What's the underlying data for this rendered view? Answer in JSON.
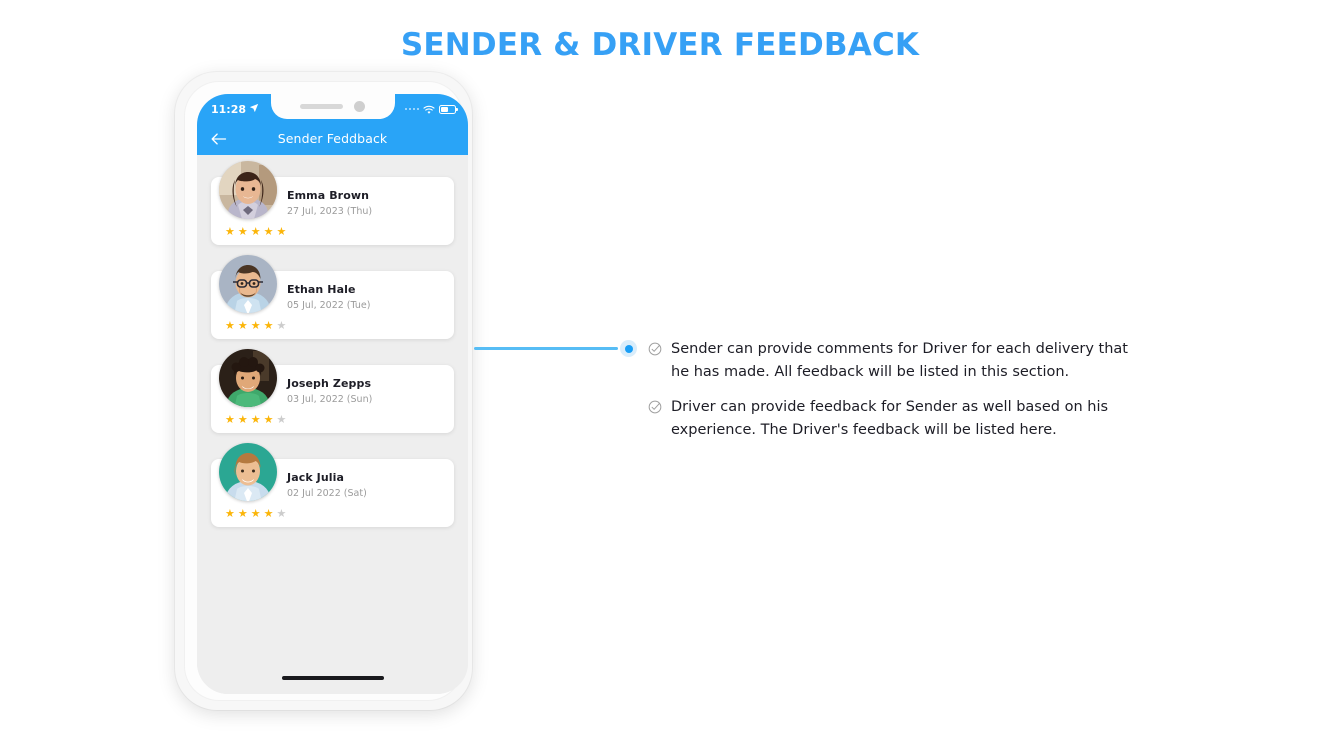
{
  "page": {
    "title": "SENDER & DRIVER FEEDBACK",
    "title_color": "#36a0f5",
    "background_color": "#ffffff"
  },
  "phone": {
    "status_bar": {
      "time": "11:28",
      "location_icon": "location-arrow-icon",
      "signal_icon": "signal-dots-icon",
      "wifi_icon": "wifi-icon",
      "battery_icon": "battery-icon",
      "battery_level_percent": 52,
      "background_color": "#29a4f7"
    },
    "header": {
      "back_icon": "back-arrow-icon",
      "title": "Sender Feddback",
      "background_color": "#29a4f7"
    },
    "screen_background": "#eeeeee",
    "home_indicator": "home-indicator"
  },
  "feedback_list": [
    {
      "name": "Emma Brown",
      "date": "27 Jul, 2023 (Thu)",
      "rating": 5,
      "max_rating": 5,
      "avatar": "avatar-emma-brown"
    },
    {
      "name": "Ethan Hale",
      "date": "05 Jul, 2022 (Tue)",
      "rating": 4,
      "max_rating": 5,
      "avatar": "avatar-ethan-hale"
    },
    {
      "name": "Joseph Zepps",
      "date": "03 Jul, 2022 (Sun)",
      "rating": 4,
      "max_rating": 5,
      "avatar": "avatar-joseph-zepps"
    },
    {
      "name": "Jack Julia",
      "date": "02 Jul 2022 (Sat)",
      "rating": 4,
      "max_rating": 5,
      "avatar": "avatar-jack-julia"
    }
  ],
  "star_colors": {
    "filled": "#fbb509",
    "empty": "#cccccc"
  },
  "annotation": {
    "connector_color": "#57bdf5",
    "marker_color": "#1a9ef5",
    "items": [
      {
        "icon": "check-circle-icon",
        "text": "Sender can provide comments for Driver for each delivery that he has made. All feedback will be listed in this section."
      },
      {
        "icon": "check-circle-icon",
        "text": "Driver can provide feedback for Sender as well based on his experience. The Driver's feedback will be listed here."
      }
    ]
  }
}
